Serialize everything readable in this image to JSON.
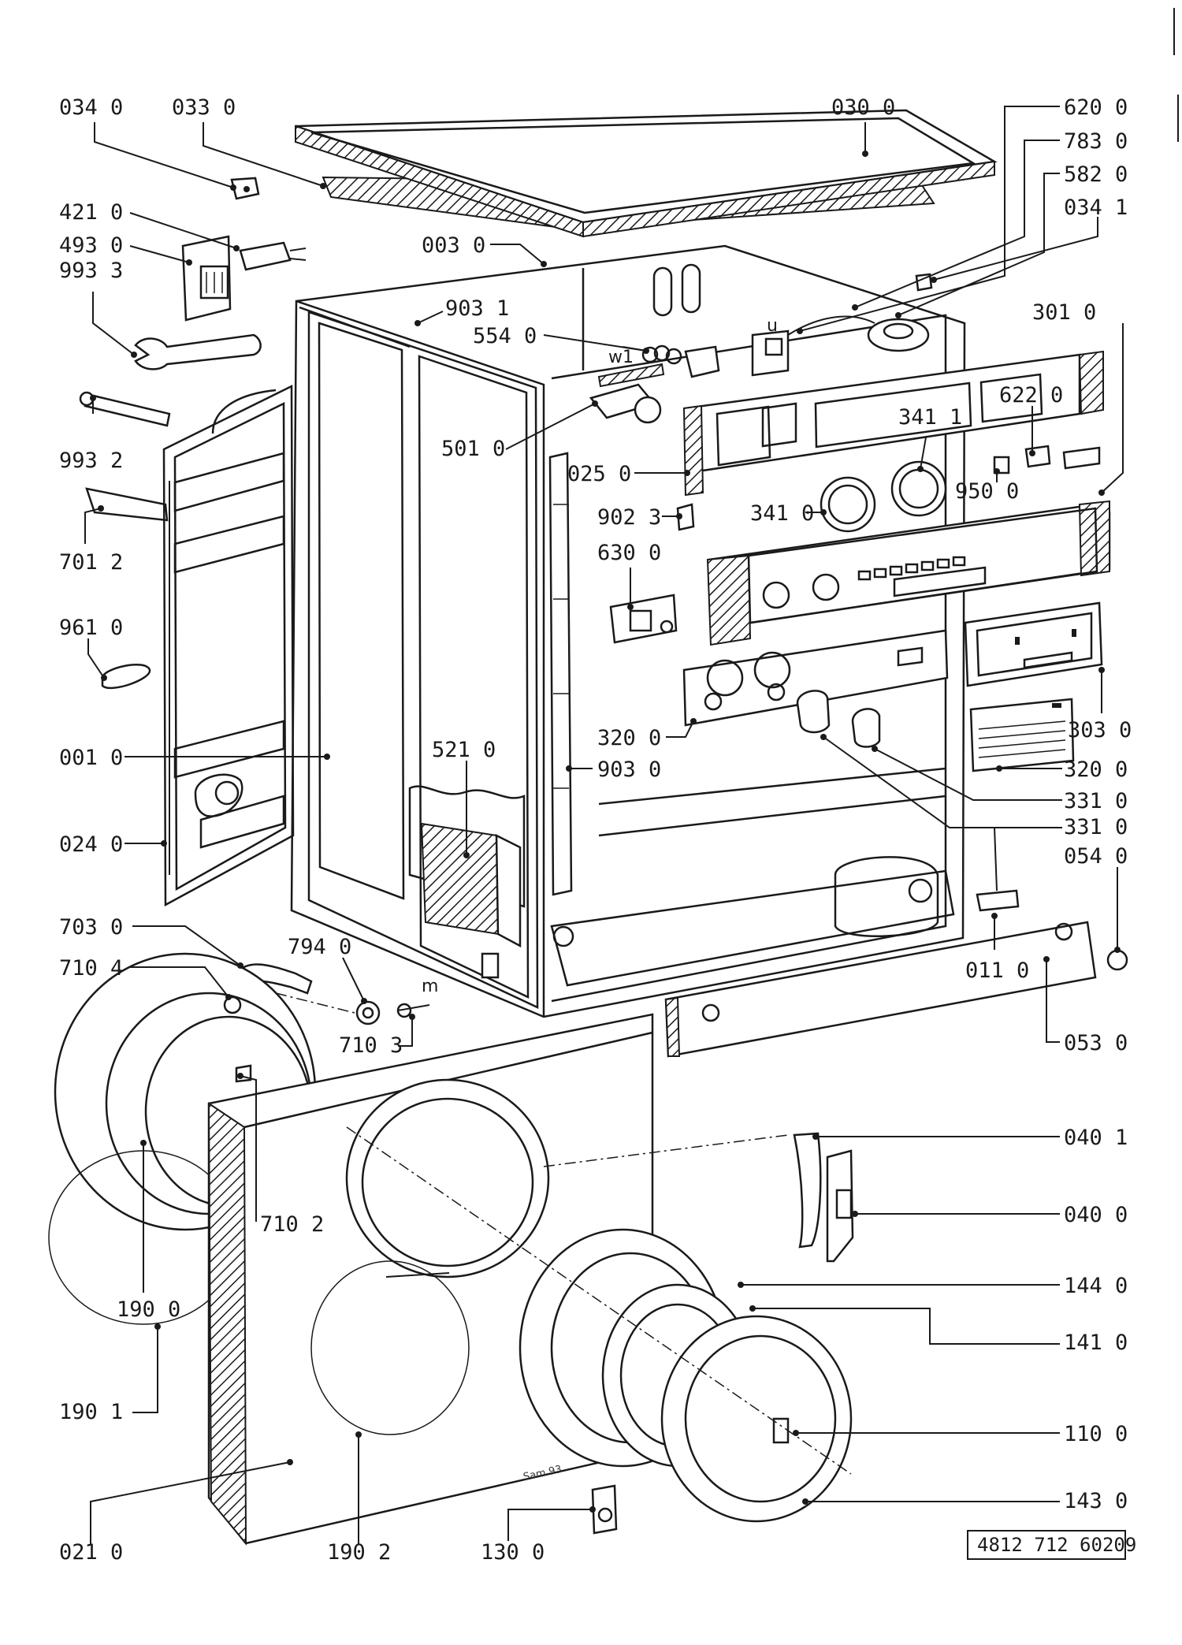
{
  "diagram": {
    "part_labels": [
      "034 0",
      "033 0",
      "030 0",
      "620 0",
      "783 0",
      "582 0",
      "034 1",
      "421 0",
      "493 0",
      "993 3",
      "003 0",
      "903 1",
      "554 0",
      "301 0",
      "993 2",
      "501 0",
      "622 0",
      "341 1",
      "025 0",
      "950 0",
      "701 2",
      "902 3",
      "341 0",
      "630 0",
      "961 0",
      "320 0",
      "303 0",
      "001 0",
      "521 0",
      "903 0",
      "320 0",
      "331 0",
      "331 0",
      "024 0",
      "054 0",
      "703 0",
      "794 0",
      "011 0",
      "710 4",
      "710 3",
      "053 0",
      "040 1",
      "710 2",
      "040 0",
      "190 0",
      "144 0",
      "141 0",
      "190 1",
      "110 0",
      "143 0",
      "021 0",
      "190 2",
      "130 0"
    ],
    "wire_marks": [
      "u",
      "w1",
      "m"
    ],
    "signature": "Sam 93",
    "document_code": "4812 712 60209"
  }
}
